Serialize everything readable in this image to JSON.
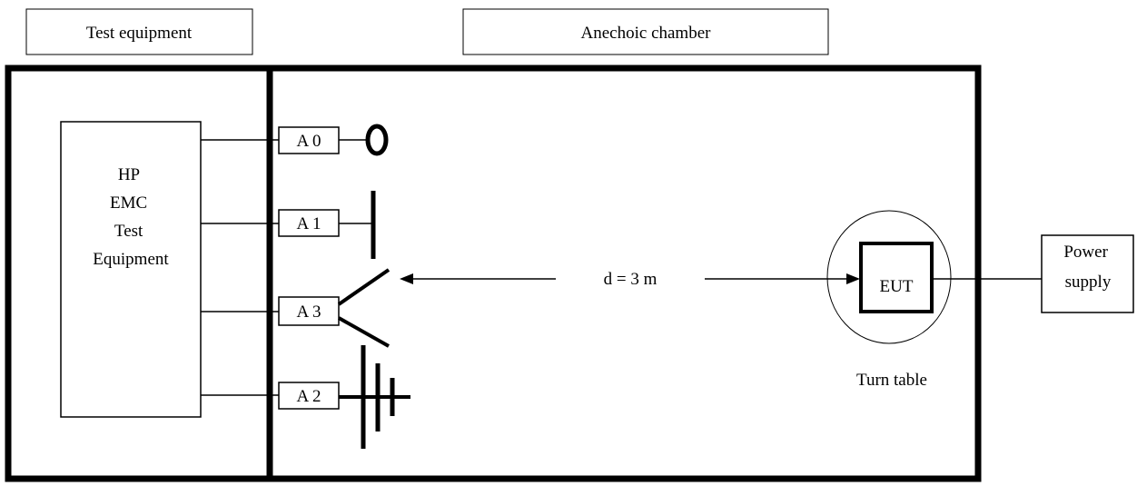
{
  "header": {
    "test_equipment": "Test equipment",
    "anechoic_chamber": "Anechoic chamber"
  },
  "equipment": {
    "lines": [
      "HP",
      "EMC",
      "Test",
      "Equipment"
    ]
  },
  "antennas": {
    "a0": "A 0",
    "a1": "A 1",
    "a3": "A 3",
    "a2": "A 2"
  },
  "distance": "d = 3 m",
  "eut": "EUT",
  "turn_table": "Turn table",
  "power_supply": {
    "lines": [
      "Power",
      "supply"
    ]
  }
}
